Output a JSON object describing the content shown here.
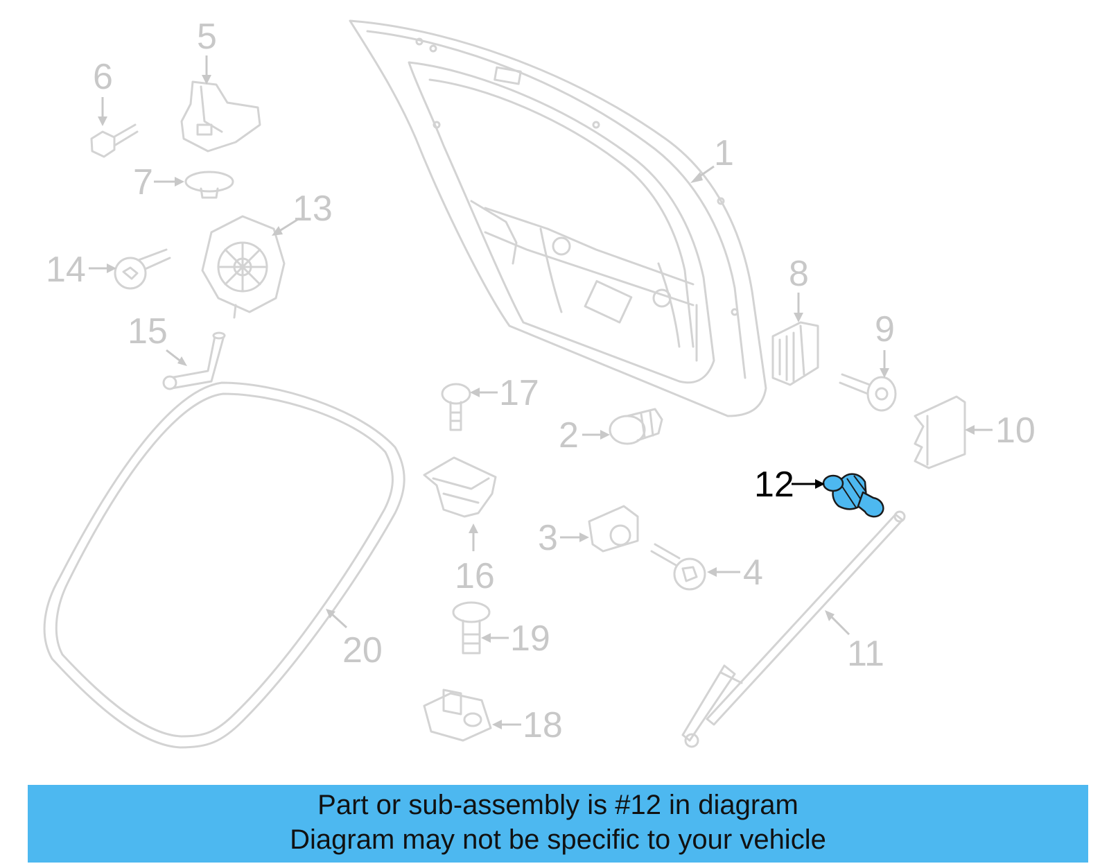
{
  "callouts": {
    "c1": "1",
    "c2": "2",
    "c3": "3",
    "c4": "4",
    "c5": "5",
    "c6": "6",
    "c7": "7",
    "c8": "8",
    "c9": "9",
    "c10": "10",
    "c11": "11",
    "c12": "12",
    "c13": "13",
    "c14": "14",
    "c15": "15",
    "c16": "16",
    "c17": "17",
    "c18": "18",
    "c19": "19",
    "c20": "20"
  },
  "highlight": {
    "part_number": "12",
    "color": "#4db8f0"
  },
  "banner": {
    "line1": "Part or sub-assembly is #12 in diagram",
    "line2": "Diagram may not be specific to your vehicle",
    "background": "#4db8f0"
  }
}
